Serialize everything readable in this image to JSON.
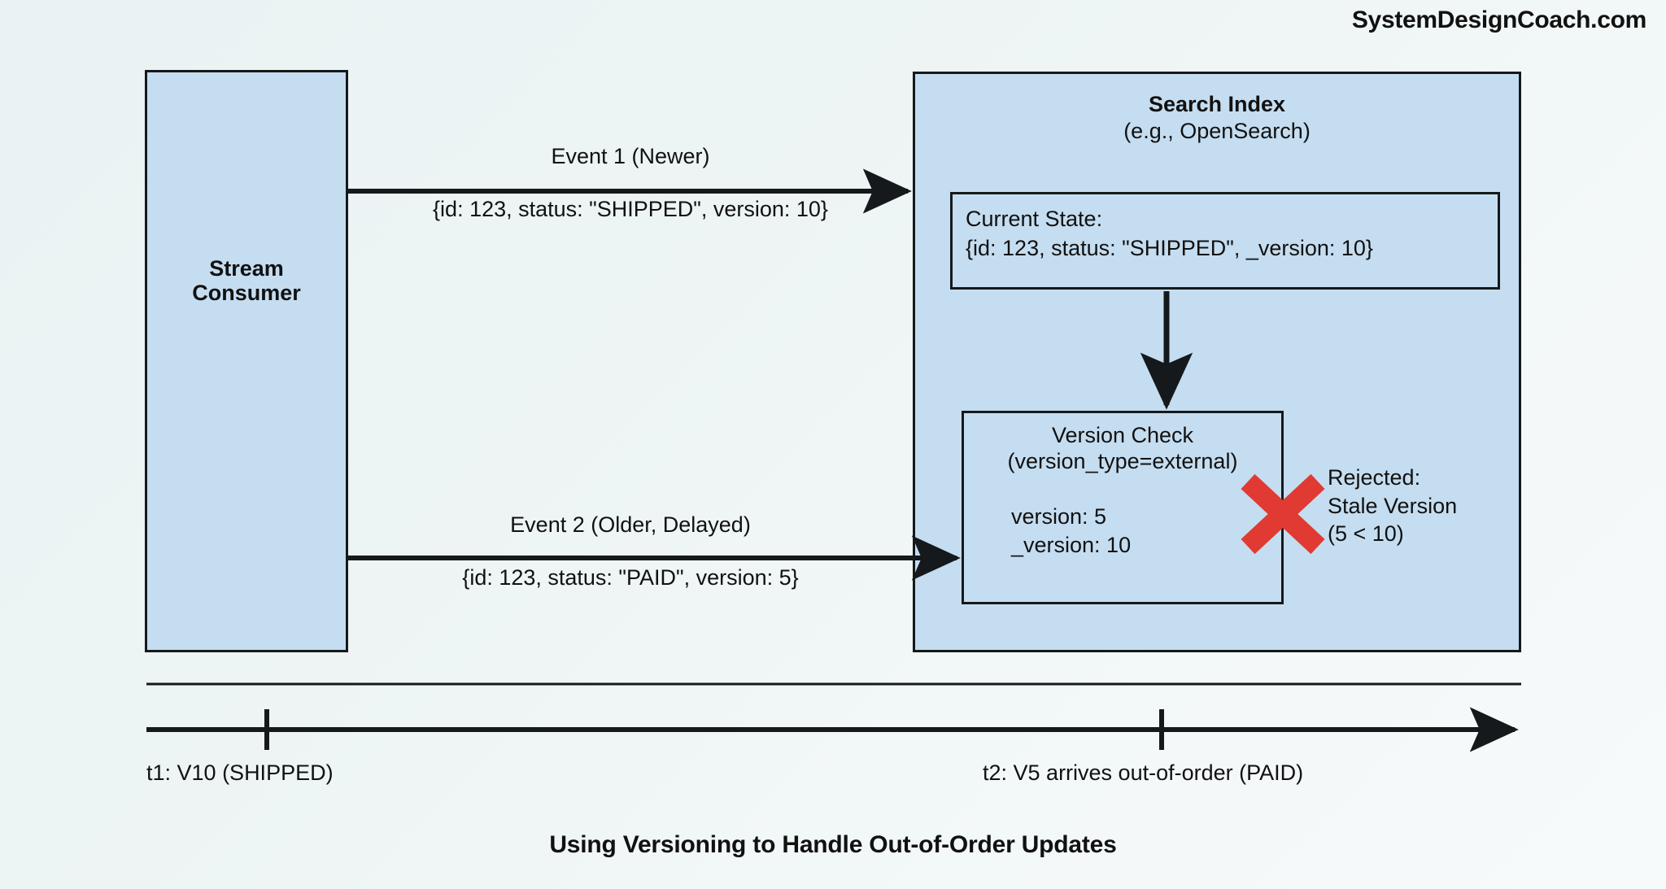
{
  "watermark": "SystemDesignCoach.com",
  "caption": "Using Versioning to Handle Out-of-Order Updates",
  "colors": {
    "box_fill": "#c5ddf0",
    "box_stroke": "#15191c",
    "background": "#eef5f5",
    "reject_x": "#e03a32",
    "text": "#111111"
  },
  "nodes": {
    "stream_consumer": {
      "label": "Stream\nConsumer"
    },
    "search_index": {
      "title": "Search Index",
      "subtitle": "(e.g., OpenSearch)"
    },
    "current_state": {
      "line1": "Current State:",
      "line2": "{id: 123, status: \"SHIPPED\", _version: 10}"
    },
    "version_check": {
      "title": "Version Check",
      "subtitle": "(version_type=external)",
      "values": "version: 5\n_version: 10"
    }
  },
  "flows": [
    {
      "id": "event-1",
      "title": "Event 1 (Newer)",
      "payload": "{id: 123, status: \"SHIPPED\", version: 10}"
    },
    {
      "id": "event-2",
      "title": "Event 2 (Older, Delayed)",
      "payload": "{id: 123, status: \"PAID\", version: 5}"
    }
  ],
  "rejection": {
    "icon": "red-x-icon",
    "text": "Rejected:\nStale Version\n(5 < 10)"
  },
  "timeline": {
    "ticks": [
      {
        "label": "t1: V10 (SHIPPED)"
      },
      {
        "label": "t2: V5 arrives out-of-order (PAID)"
      }
    ]
  }
}
